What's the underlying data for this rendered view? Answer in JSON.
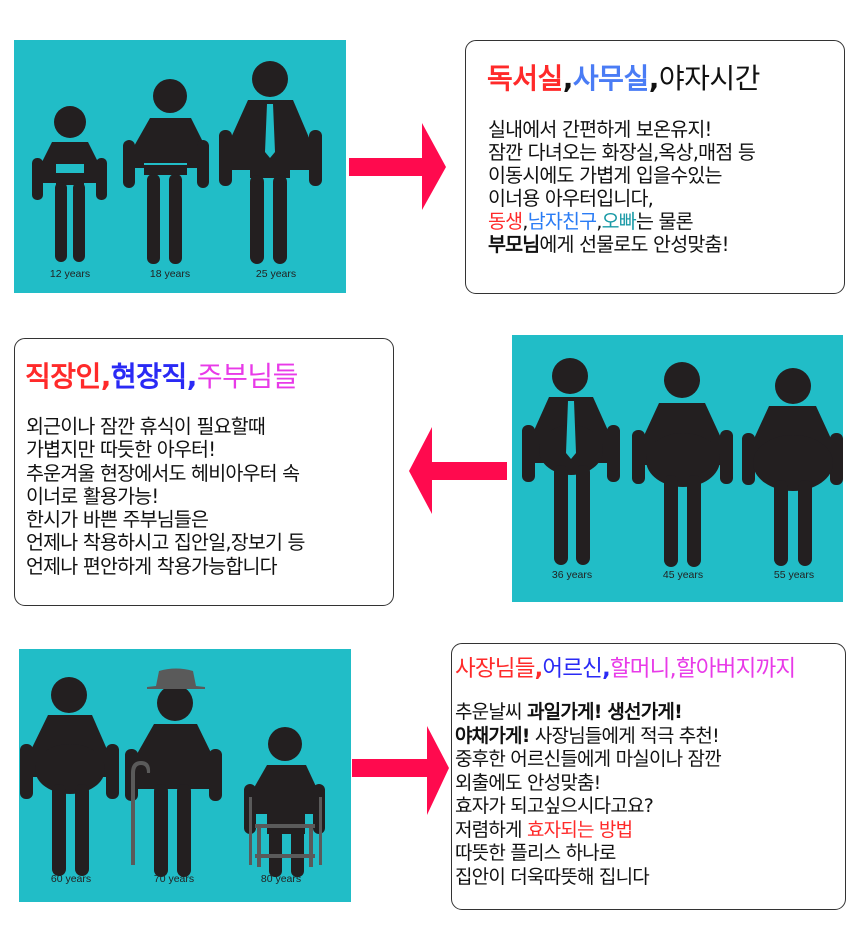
{
  "colors": {
    "panel_bg": "#21bdc7",
    "figure": "#231f20",
    "accessory": "#5a5a5a",
    "arrow": "#ff0a4e",
    "red": "#ff2a2a",
    "blue": "#2a2af5",
    "light_blue": "#4a7cf5",
    "magenta": "#e83ae8",
    "teal": "#1a9aa6"
  },
  "section1": {
    "figures": [
      {
        "label": "12 years"
      },
      {
        "label": "18 years"
      },
      {
        "label": "25 years"
      }
    ],
    "arrow_direction": "right",
    "title": {
      "part1": "독서실",
      "sep1": ",",
      "part2": "사무실",
      "sep2": ",",
      "part3": "야자시간"
    },
    "lines": [
      "실내에서 간편하게 보온유지!",
      "잠깐 다녀오는 화장실,옥상,매점 등",
      "이동시에도 가볍게 입을수있는",
      "이너용 아우터입니다,"
    ],
    "line5": {
      "a": "동생",
      "sep1": ",",
      "b": "남자친구",
      "sep2": ",",
      "c": "오빠",
      "rest": "는 물론"
    },
    "line6": {
      "bold": "부모님",
      "rest": "에게 선물로도 안성맞춤!"
    }
  },
  "section2": {
    "figures": [
      {
        "label": "36 years"
      },
      {
        "label": "45 years"
      },
      {
        "label": "55 years"
      }
    ],
    "arrow_direction": "left",
    "title": {
      "part1": "직장인",
      "sep1": ",",
      "part2": "현장직",
      "sep2": ",",
      "part3": "주부님들"
    },
    "lines": [
      "외근이나 잠깐 휴식이 필요할때",
      "가볍지만 따듯한 아우터!",
      "추운겨울 현장에서도 헤비아우터 속",
      "이너로 활용가능!",
      "한시가 바쁜 주부님들은",
      "언제나 착용하시고 집안일,장보기 등",
      "언제나 편안하게 착용가능합니다"
    ]
  },
  "section3": {
    "figures": [
      {
        "label": "60 years"
      },
      {
        "label": "70 years"
      },
      {
        "label": "80 years"
      }
    ],
    "arrow_direction": "right",
    "title": {
      "part1": "사장님들",
      "sep1": ",",
      "part2": "어르신",
      "sep2": ",",
      "part3": "할머니,할아버지까지"
    },
    "line1": {
      "normal": "추운날씨 ",
      "bold": "과일가게! 생선가게!"
    },
    "line2": {
      "bold": "야채가게!",
      "normal": " 사장님들에게 적극 추천!"
    },
    "lines_mid": [
      "중후한 어르신들에게 마실이나 잠깐",
      "외출에도 안성맞춤!",
      "효자가 되고싶으시다고요?"
    ],
    "line6": {
      "normal": "저렴하게 ",
      "red": "효자되는 방법"
    },
    "lines_end": [
      "따뜻한 플리스 하나로",
      "집안이 더욱따뜻해 집니다"
    ]
  }
}
